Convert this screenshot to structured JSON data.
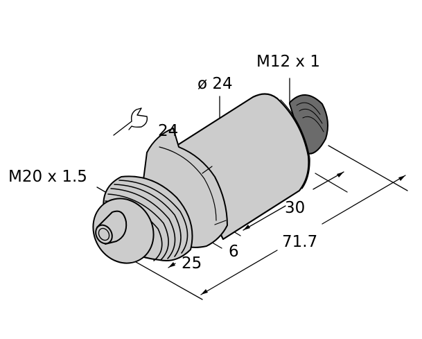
{
  "diagram": {
    "subject": "Pressure sensor dimensional drawing",
    "colors": {
      "body": "#cccccc",
      "connector": "#6b6b6b",
      "outline": "#000000",
      "background": "#ffffff"
    },
    "labels": {
      "connector_thread": "M12 x 1",
      "body_diameter": "ø 24",
      "wrench_size": "24",
      "process_thread": "M20 x 1.5",
      "length_connector_section": "30",
      "length_total": "71.7",
      "length_hex": "6",
      "length_thread": "25"
    },
    "icons": {
      "wrench": "wrench-icon"
    }
  }
}
